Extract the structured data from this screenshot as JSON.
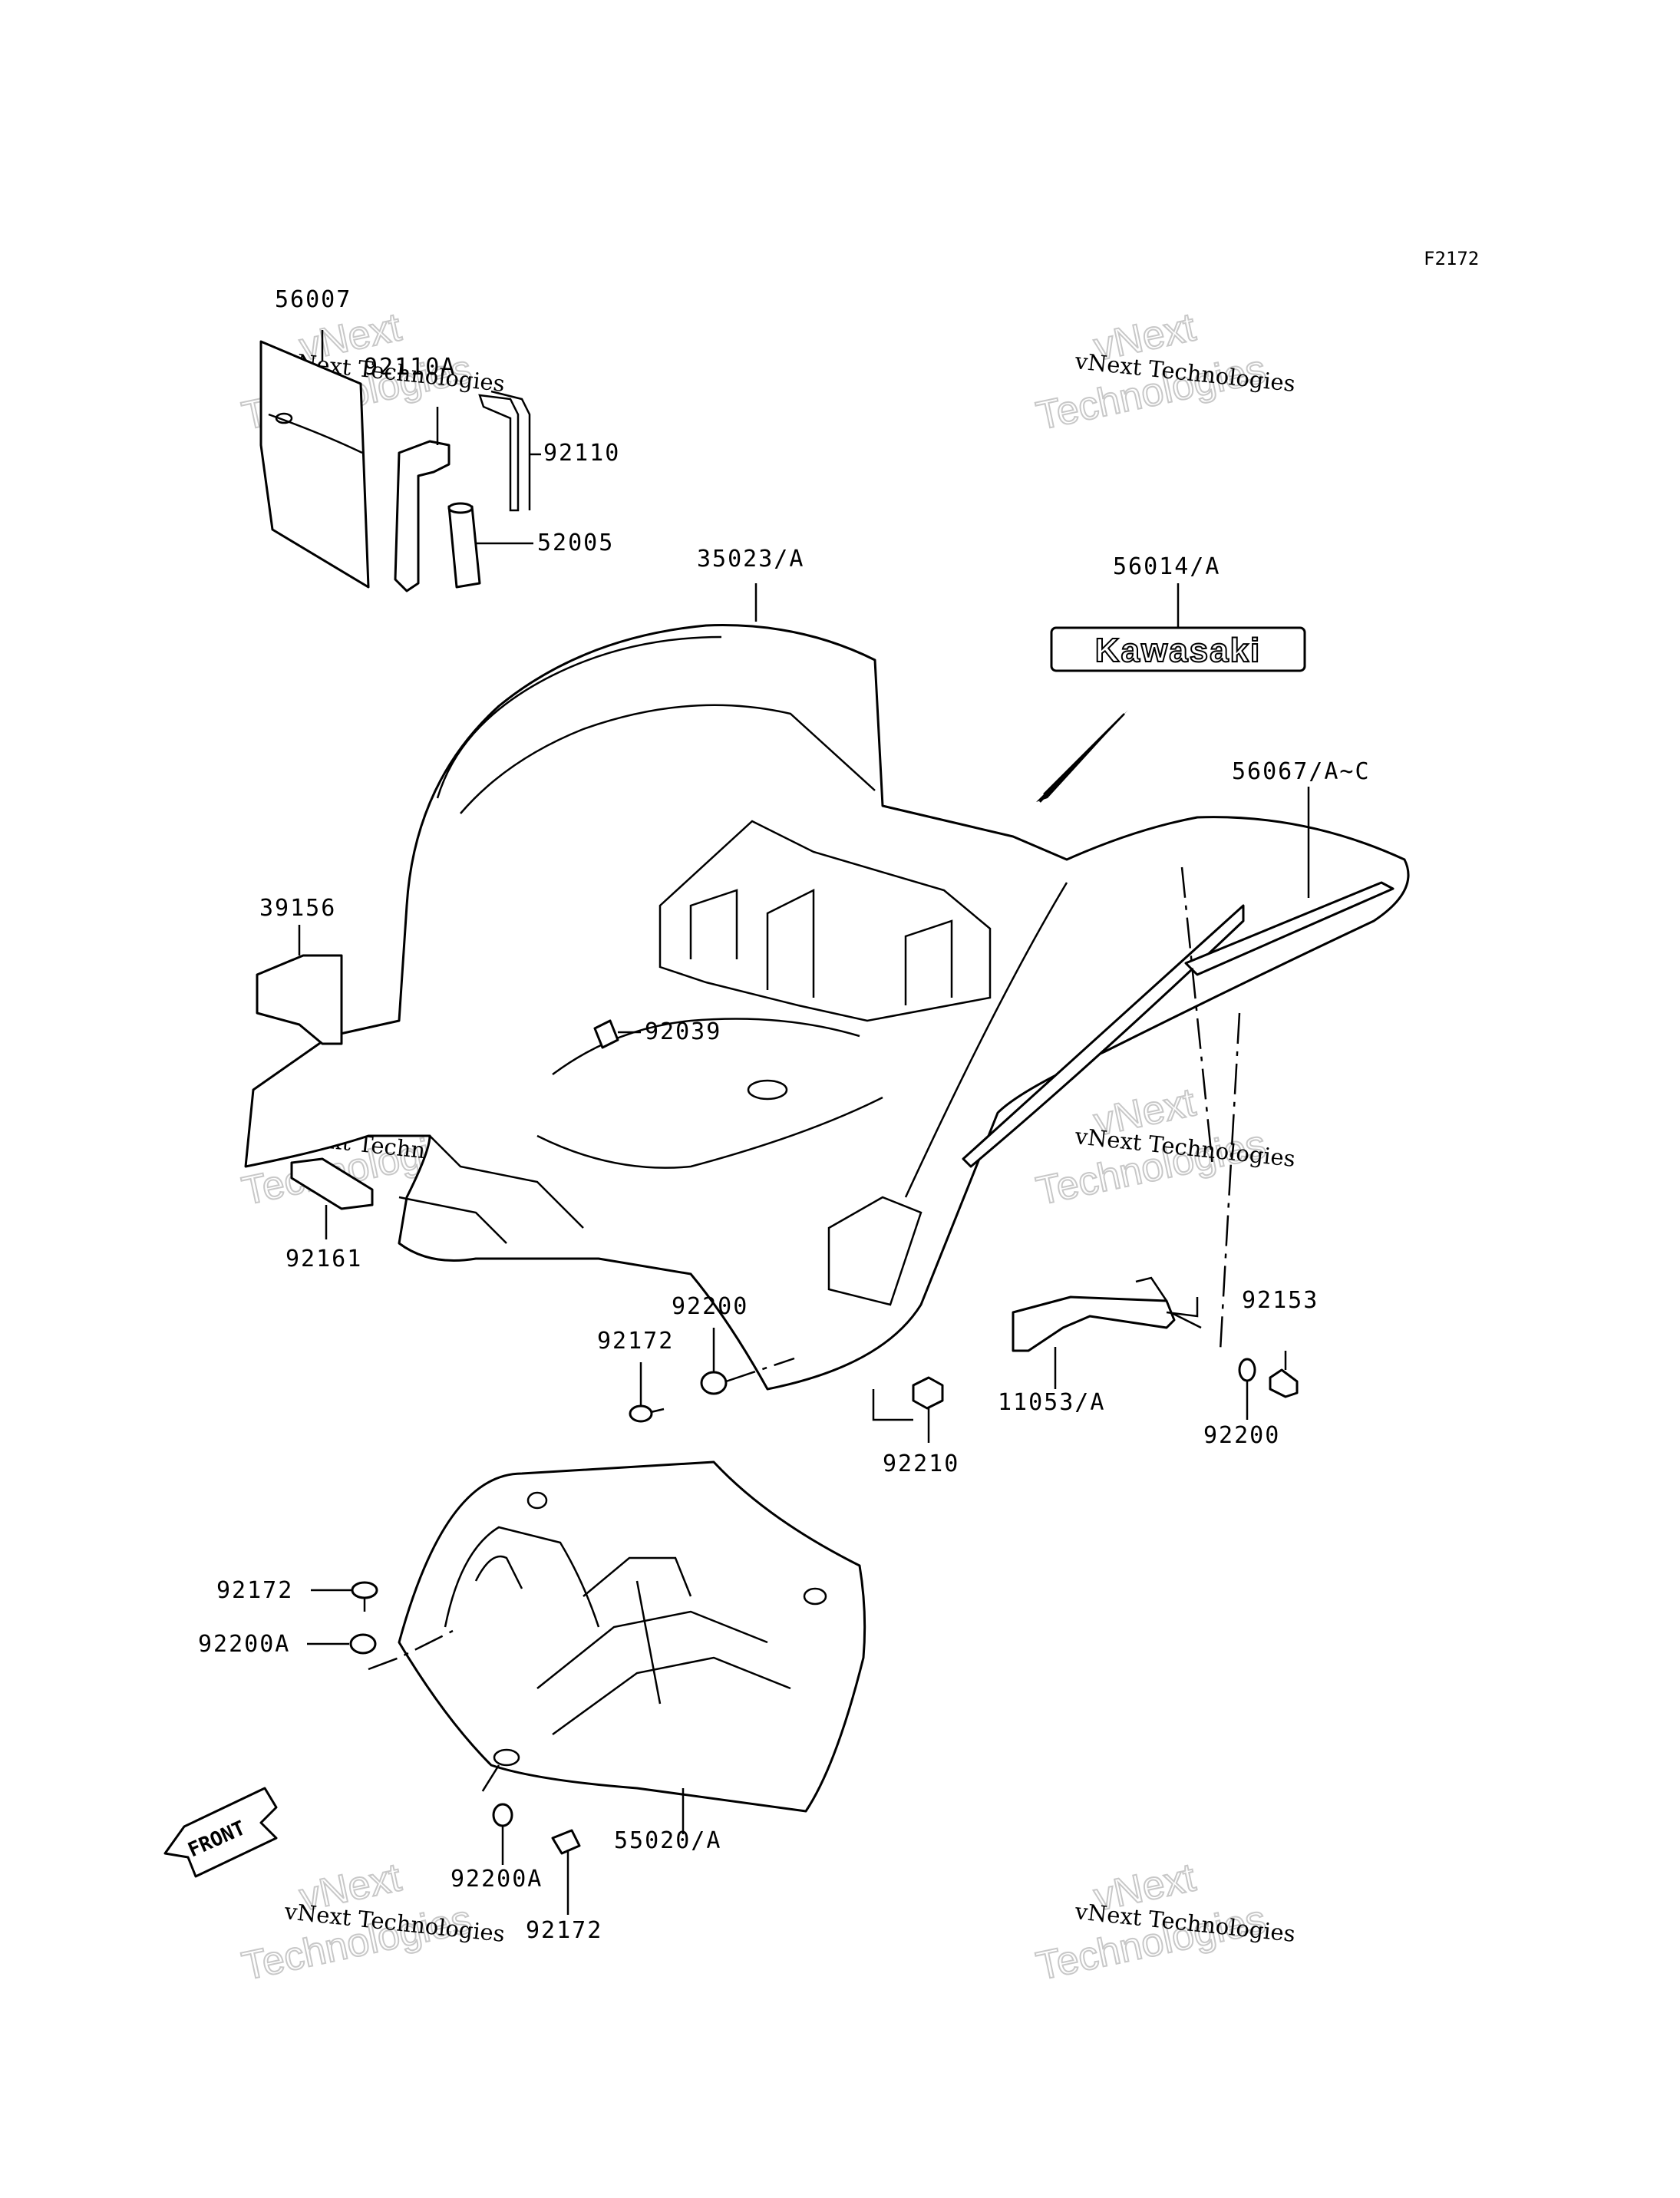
{
  "diagram_code": "F2172",
  "brand_decal_text": "Kawasaki",
  "front_arrow_text": "FRONT",
  "watermark": {
    "line1": "vNext Technologies",
    "big_line1": "vNext",
    "big_line2": "Technologies"
  },
  "parts": [
    {
      "id": "p56007",
      "label": "56007"
    },
    {
      "id": "p92110A",
      "label": "92110A"
    },
    {
      "id": "p92110",
      "label": "92110"
    },
    {
      "id": "p52005",
      "label": "52005"
    },
    {
      "id": "p35023",
      "label": "35023/A"
    },
    {
      "id": "p56014",
      "label": "56014/A"
    },
    {
      "id": "p56067",
      "label": "56067/A~C"
    },
    {
      "id": "p39156",
      "label": "39156"
    },
    {
      "id": "p92039",
      "label": "92039"
    },
    {
      "id": "p92161",
      "label": "92161"
    },
    {
      "id": "p92200_mid",
      "label": "92200"
    },
    {
      "id": "p92172_mid",
      "label": "92172"
    },
    {
      "id": "p92210",
      "label": "92210"
    },
    {
      "id": "p11053",
      "label": "11053/A"
    },
    {
      "id": "p92153",
      "label": "92153"
    },
    {
      "id": "p92200_right",
      "label": "92200"
    },
    {
      "id": "p92172_left",
      "label": "92172"
    },
    {
      "id": "p92200A_left",
      "label": "92200A"
    },
    {
      "id": "p92200A_bottom",
      "label": "92200A"
    },
    {
      "id": "p92172_bottom",
      "label": "92172"
    },
    {
      "id": "p55020",
      "label": "55020/A"
    }
  ]
}
